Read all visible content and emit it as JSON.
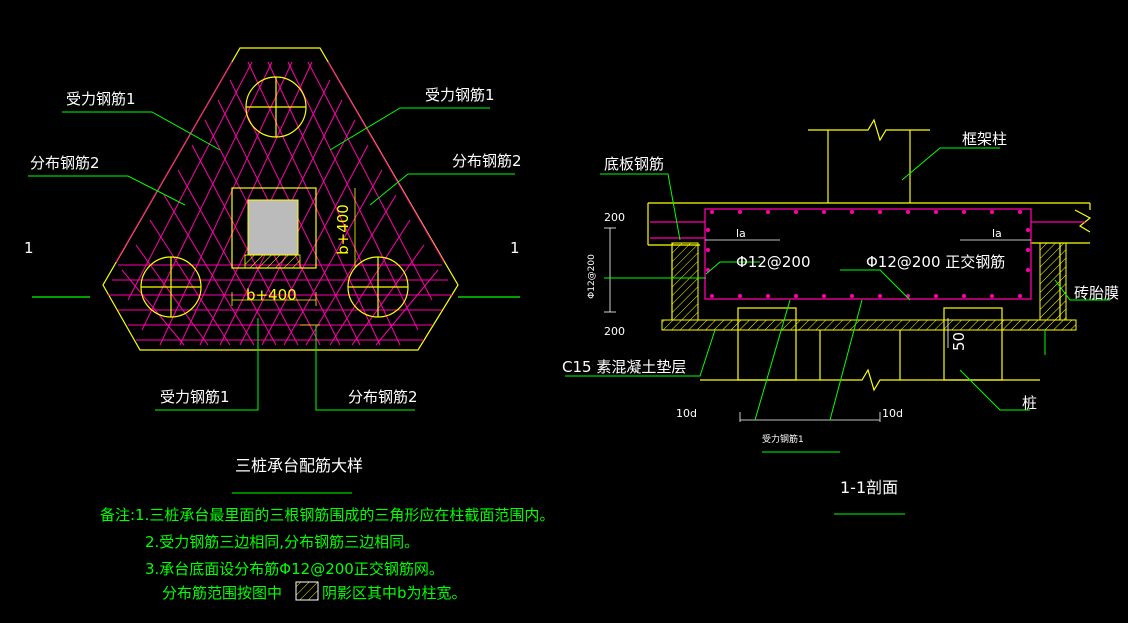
{
  "left": {
    "label_force_tl": "受力钢筋1",
    "label_force_tr": "受力钢筋1",
    "label_dist_l": "分布钢筋2",
    "label_dist_r": "分布钢筋2",
    "section_mark_l": "1",
    "section_mark_r": "1",
    "dim_vert": "b+400",
    "dim_horiz": "b+400",
    "label_force_b": "受力钢筋1",
    "label_dist_b": "分布钢筋2",
    "title": "三桩承台配筋大样"
  },
  "notes": {
    "line1": "备注:1.三桩承台最里面的三根钢筋围成的三角形应在柱截面范围内。",
    "line2": "2.受力钢筋三边相同,分布钢筋三边相同。",
    "line3": "3.承台底面设分布筋Φ12@200正交钢筋网。",
    "line4a": "分布筋范围按图中",
    "line4b": "阴影区其中b为柱宽。"
  },
  "right": {
    "label_frame_col": "框架柱",
    "label_bottom_bar": "底板钢筋",
    "dim_200_top": "200",
    "dim_200_bot": "200",
    "vert_rebar": "Φ12@200",
    "la_left": "la",
    "la_right": "la",
    "rebar_mid": "Φ12@200",
    "rebar_orth": "Φ12@200 正交钢筋",
    "label_brick": "砖胎膜",
    "dim_50": "50",
    "label_c15": "C15 素混凝土垫层",
    "label_pile": "桩",
    "dim_10d_l": "10d",
    "dim_10d_r": "10d",
    "label_force_bar": "受力钢筋1",
    "title": "1-1剖面"
  },
  "colors": {
    "outline": "#ffff00",
    "rebar": "#ff00aa",
    "leader": "#00ff00",
    "text": "#ffffff",
    "note": "#00ff00"
  }
}
